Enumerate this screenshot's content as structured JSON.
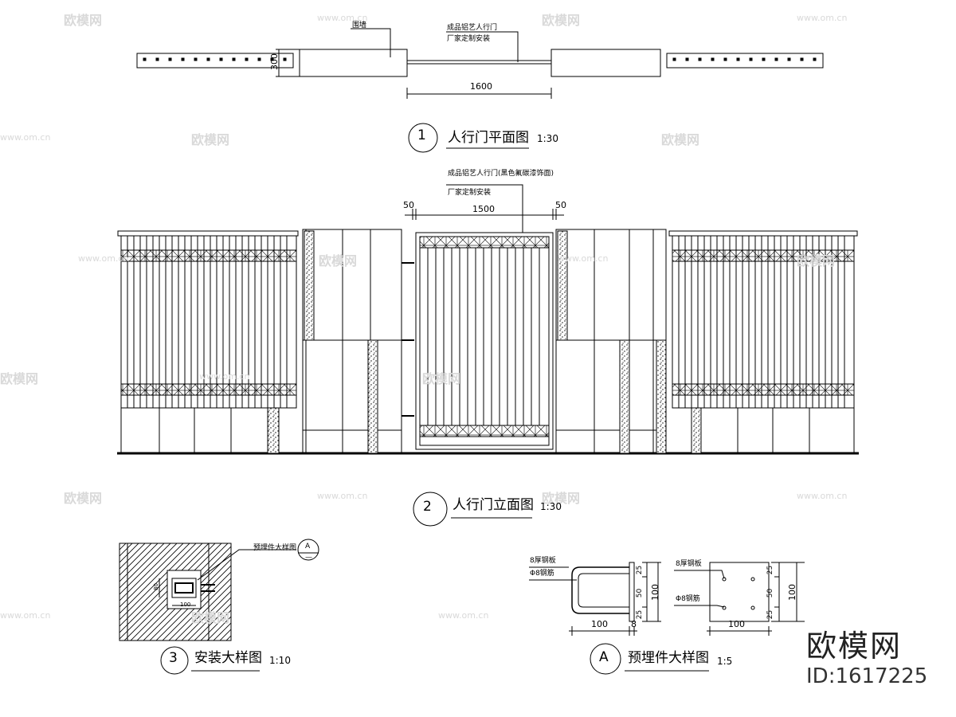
{
  "plan": {
    "label_wall": "围墙",
    "label_gate_1": "成品铝艺人行门",
    "label_gate_2": "厂家定制安装",
    "dim_wall": "300",
    "dim_gate": "1600",
    "number": "1",
    "title": "人行门平面图",
    "scale": "1:30"
  },
  "elevation": {
    "label_gate_1": "成品铝艺人行门(黑色氟碳漆饰面)",
    "label_gate_2": "厂家定制安装",
    "dim_left": "50",
    "dim_mid": "1500",
    "dim_right": "50",
    "number": "2",
    "title": "人行门立面图",
    "scale": "1:30"
  },
  "install": {
    "callout": "预埋件大样图",
    "callout_ref": "A",
    "callout_sheet": "—",
    "dim_a": "80",
    "dim_b": "100",
    "number": "3",
    "title": "安装大样图",
    "scale": "1:10"
  },
  "embed": {
    "label_plate_l": "8厚钢板",
    "label_bar_l": "Φ8钢筋",
    "label_plate_r": "8厚钢板",
    "label_bar_r": "Φ8钢筋",
    "d25a": "25",
    "d50a": "50",
    "d25b": "25",
    "d100a": "100",
    "d100_bottom_l": "100",
    "d8": "8",
    "d25c": "25",
    "d50b": "50",
    "d25d": "25",
    "d100b": "100",
    "d100_bottom_r": "100",
    "number": "A",
    "title": "预埋件大样图",
    "scale": "1:5"
  },
  "branding": {
    "logo_text": "欧模网",
    "id_text": "ID:1617225",
    "watermark": "欧模网",
    "watermark_url": "www.om.cn"
  }
}
